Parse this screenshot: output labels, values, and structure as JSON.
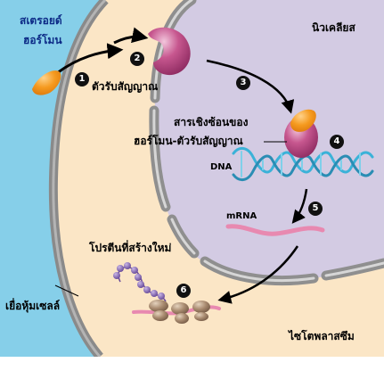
{
  "labels": {
    "steroid_hormone_line1": "สเตรอยด์",
    "steroid_hormone_line2": "ฮอร์โมน",
    "nucleus": "นิวเคลียส",
    "receptor": "ตัวรับสัญญาณ",
    "complex_line1": "สารเชิงซ้อนของ",
    "complex_line2": "ฮอร์โมน-ตัวรับสัญญาณ",
    "dna": "DNA",
    "mrna": "mRNA",
    "new_protein": "โปรตีนที่สร้างใหม่",
    "cell_membrane": "เยื่อหุ้มเซลล์",
    "cytoplasm": "ไซโตพลาสซึม"
  },
  "steps": [
    "1",
    "2",
    "3",
    "4",
    "5",
    "6"
  ],
  "colors": {
    "extracellular": "#86cfe9",
    "cytoplasm": "#fbe6c6",
    "nucleus": "#d3cbe3",
    "membrane": "#8a8a8a",
    "hormone": "#f39a1e",
    "receptor": "#b8437f",
    "dna": "#3bb2d8",
    "mrna": "#e889b0",
    "protein_chain": "#7a5aa8",
    "ribosome": "#a98b70"
  }
}
